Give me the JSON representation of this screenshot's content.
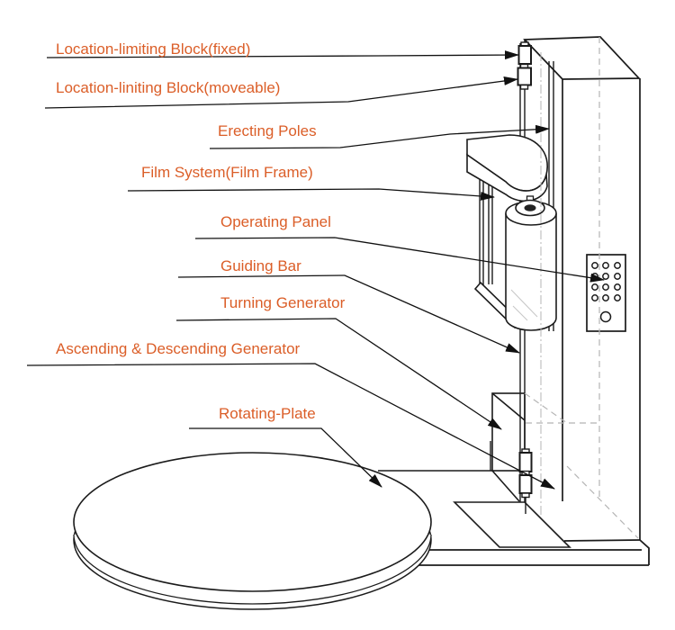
{
  "diagram": {
    "type": "technical-line-diagram",
    "subject": "pallet stretch wrapping machine with labeled components",
    "labels": [
      {
        "id": "location-limiting-block-fixed",
        "text": "Location-limiting Block(fixed)"
      },
      {
        "id": "location-limiting-block-moveable",
        "text": "Location-liniting Block(moveable)"
      },
      {
        "id": "erecting-poles",
        "text": "Erecting Poles"
      },
      {
        "id": "film-system",
        "text": "Film System(Film Frame)"
      },
      {
        "id": "operating-panel",
        "text": "Operating Panel"
      },
      {
        "id": "guiding-bar",
        "text": "Guiding Bar"
      },
      {
        "id": "turning-generator",
        "text": "Turning Generator"
      },
      {
        "id": "ascending-descending-generator",
        "text": "Ascending & Descending Generator"
      },
      {
        "id": "rotating-plate",
        "text": "Rotating-Plate"
      }
    ],
    "colors": {
      "label_text": "#db5e28",
      "line": "#1b1b1b",
      "hidden_line": "#b5b5b5",
      "background": "#ffffff"
    }
  }
}
